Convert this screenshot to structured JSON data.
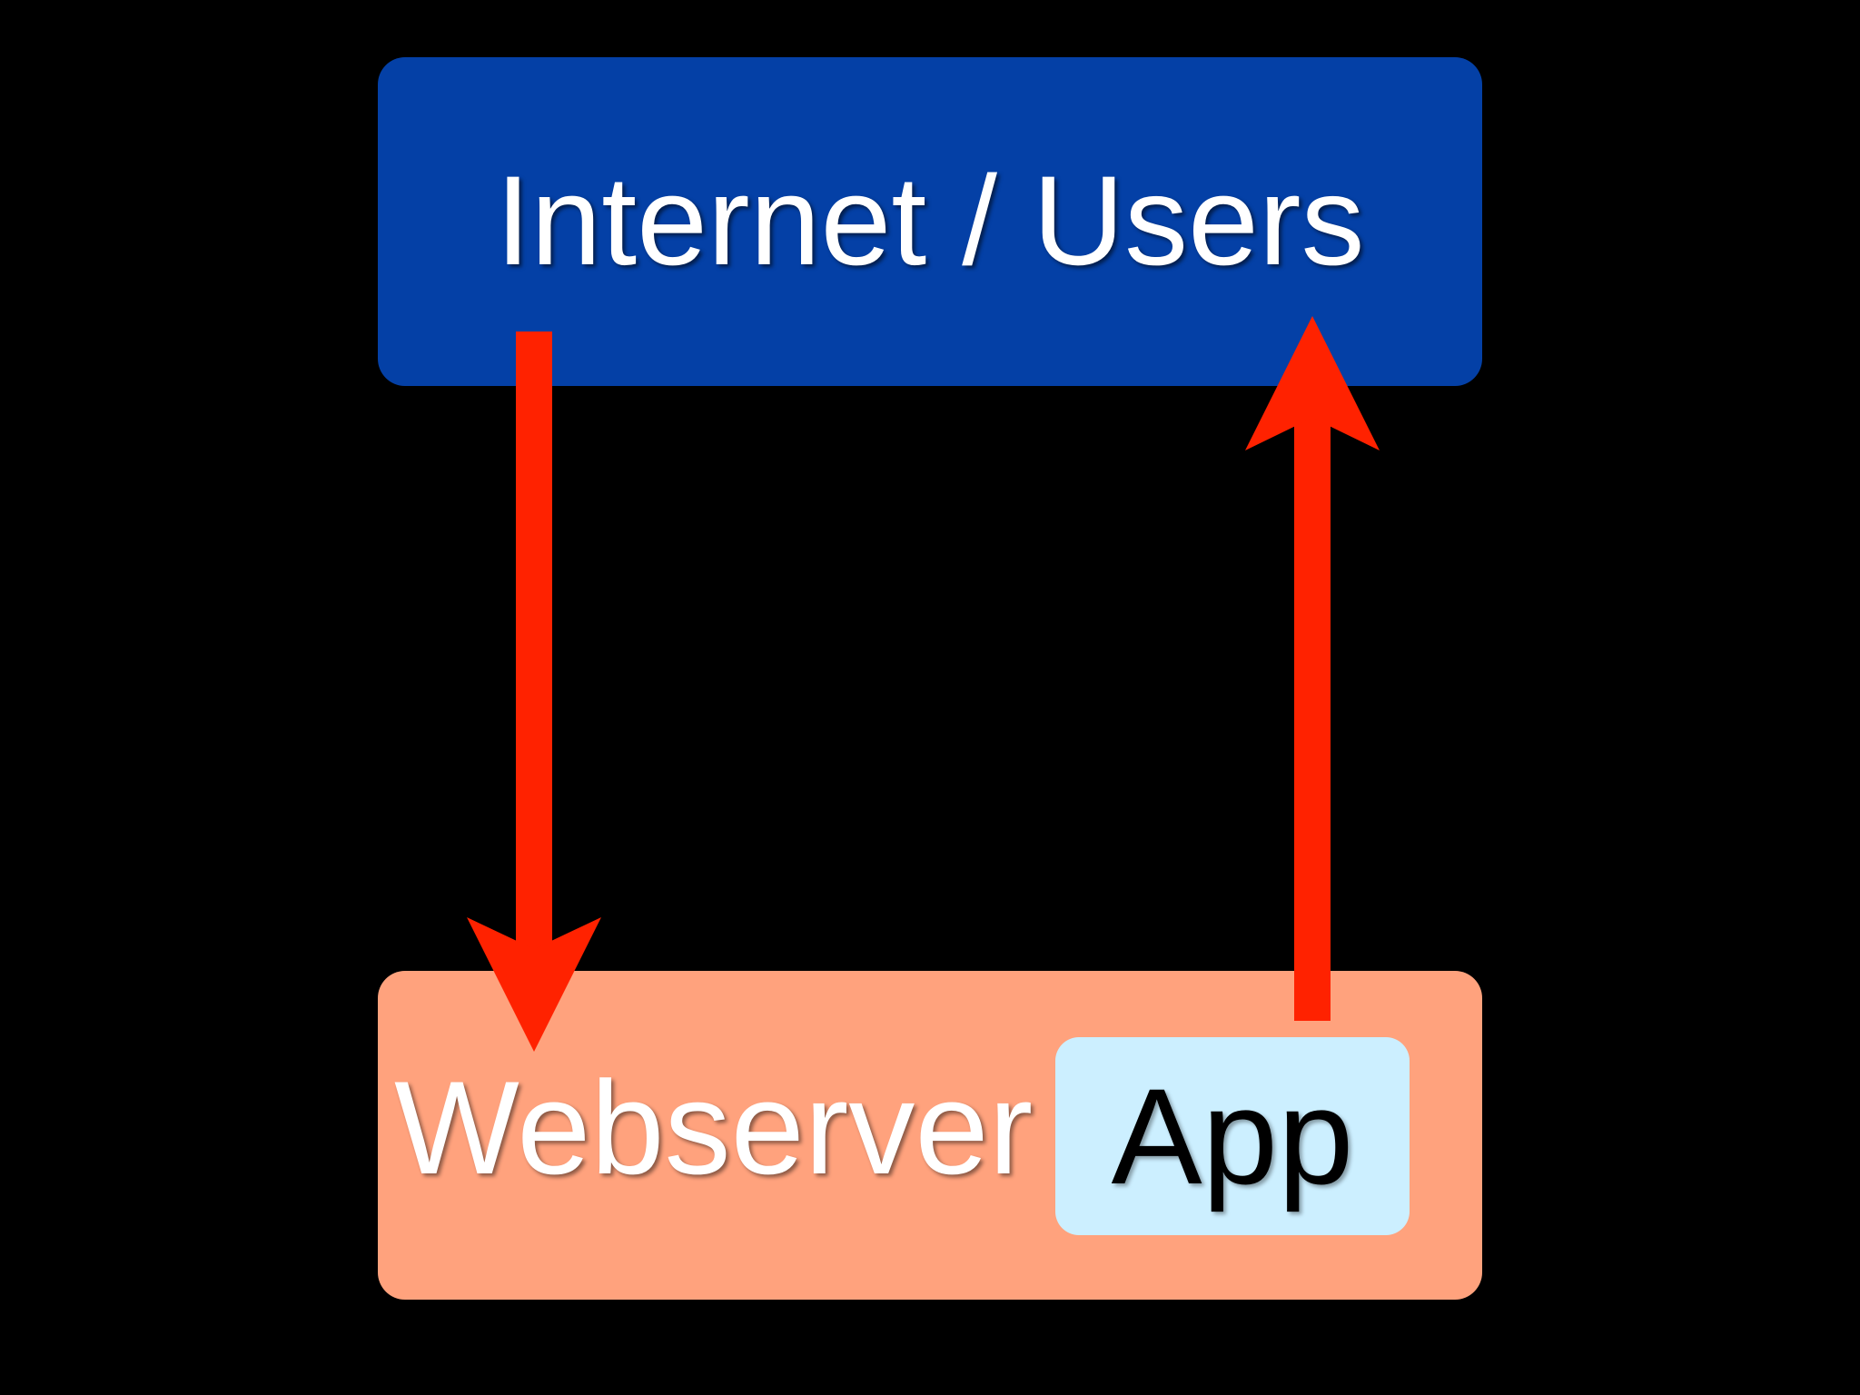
{
  "nodes": {
    "internet": {
      "label": "Internet / Users",
      "color": "#0440a6"
    },
    "webserver": {
      "label": "Webserver",
      "color": "#ffa27d"
    },
    "app": {
      "label": "App",
      "color": "#ccefff"
    }
  },
  "edges": [
    {
      "from": "internet",
      "to": "webserver",
      "direction": "down"
    },
    {
      "from": "app",
      "to": "internet",
      "direction": "up"
    }
  ],
  "arrow_color": "#ff2200"
}
